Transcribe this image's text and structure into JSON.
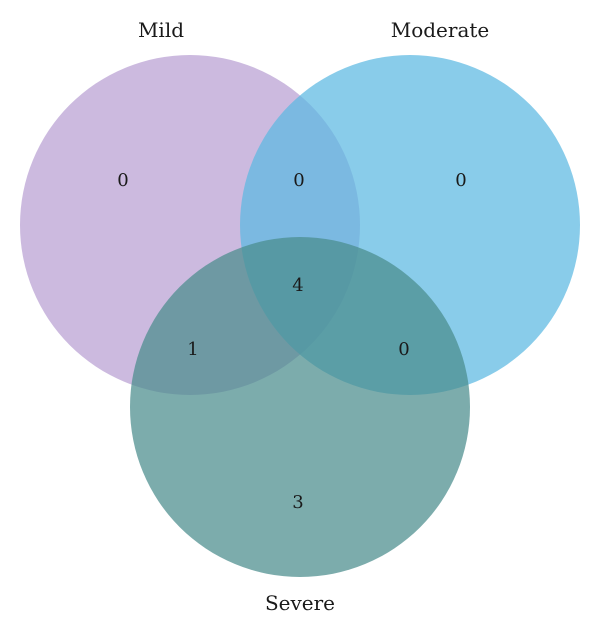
{
  "sets": {
    "mild": {
      "label": "Mild",
      "color": "#b9a0d2"
    },
    "moderate": {
      "label": "Moderate",
      "color": "#5bb8e2"
    },
    "severe": {
      "label": "Severe",
      "color": "#4a8c8c"
    }
  },
  "regions": {
    "mild_only": "0",
    "moderate_only": "0",
    "severe_only": "3",
    "mild_moderate": "0",
    "mild_severe": "1",
    "moderate_severe": "0",
    "all_three": "4"
  }
}
